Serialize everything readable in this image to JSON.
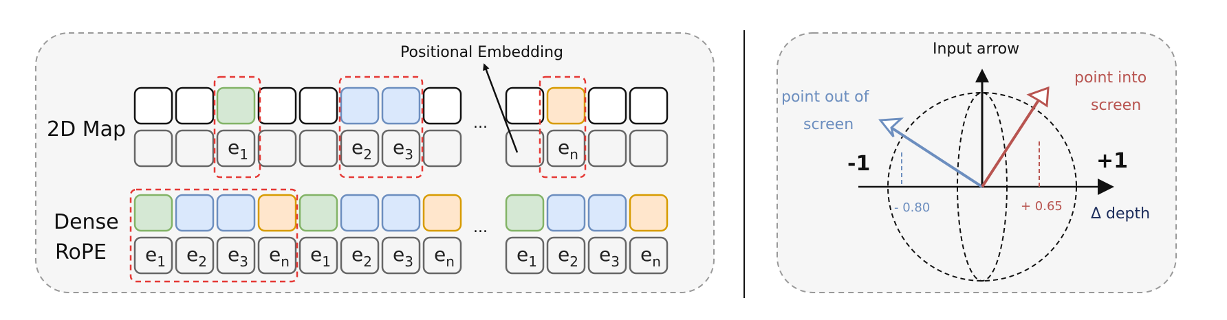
{
  "left_panel": {
    "row_2d_label": "2D Map",
    "row_dense_label_line1": "Dense",
    "row_dense_label_line2": "RoPE",
    "positional_embedding_label": "Positional Embedding",
    "ellipsis": "...",
    "embeddings_2d": [
      {
        "base": "e",
        "sub": "1"
      },
      {
        "base": "e",
        "sub": "2"
      },
      {
        "base": "e",
        "sub": "3"
      },
      {
        "base": "e",
        "sub": "n"
      }
    ],
    "embeddings_dense": [
      {
        "base": "e",
        "sub": "1"
      },
      {
        "base": "e",
        "sub": "2"
      },
      {
        "base": "e",
        "sub": "3"
      },
      {
        "base": "e",
        "sub": "n"
      },
      {
        "base": "e",
        "sub": "1"
      },
      {
        "base": "e",
        "sub": "2"
      },
      {
        "base": "e",
        "sub": "3"
      },
      {
        "base": "e",
        "sub": "n"
      },
      {
        "base": "e",
        "sub": "1"
      },
      {
        "base": "e",
        "sub": "2"
      },
      {
        "base": "e",
        "sub": "3"
      },
      {
        "base": "e",
        "sub": "n"
      }
    ]
  },
  "right_panel": {
    "input_arrow_label": "Input arrow",
    "point_out_line1": "point out of",
    "point_out_line2": "screen",
    "point_into_line1": "point into",
    "point_into_line2": "screen",
    "minus_one": "-1",
    "plus_one": "+1",
    "axis_label": "Δ depth",
    "value_out": "- 0.80",
    "value_into": "+ 0.65"
  },
  "colors": {
    "green_fill": "#d5e8d4",
    "green_stroke": "#82b366",
    "blue_fill": "#dae8fc",
    "blue_stroke": "#6c8ebf",
    "orange_fill": "#ffe6cc",
    "orange_stroke": "#d79b00",
    "gray_fill": "#f5f5f5",
    "gray_stroke": "#666666",
    "red_dash": "#e53935",
    "blue_arrow": "#6c8ebf",
    "red_arrow": "#b85450",
    "panel_fill": "#f6f6f6",
    "panel_stroke": "#999999"
  }
}
